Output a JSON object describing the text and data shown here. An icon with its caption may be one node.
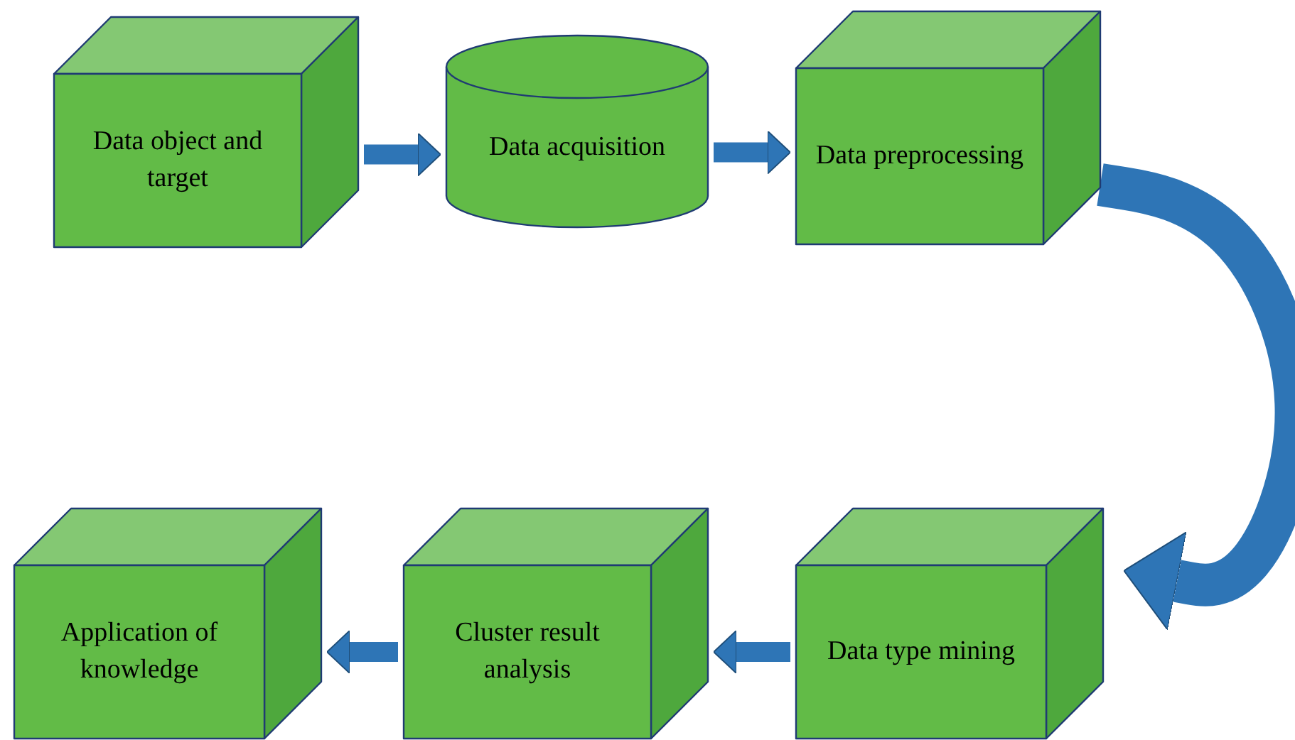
{
  "diagram": {
    "nodes": [
      {
        "text": [
          "Data object and target"
        ]
      },
      {
        "text": [
          "Data acquisition"
        ]
      },
      {
        "text": [
          "Data preprocessing"
        ]
      },
      {
        "text": [
          "Data type mining"
        ]
      },
      {
        "text": [
          "Cluster result analysis"
        ]
      },
      {
        "text": [
          "Application of knowledge"
        ]
      }
    ],
    "edges": [
      {
        "from": 0,
        "to": 1,
        "arrow": "to"
      },
      {
        "from": 1,
        "to": 2,
        "arrow": "to"
      },
      {
        "from": 2,
        "to": 3,
        "arrow": "to",
        "style": "thick"
      },
      {
        "from": 3,
        "to": 4,
        "arrow": "to"
      },
      {
        "from": 4,
        "to": 5,
        "arrow": "to"
      }
    ]
  }
}
